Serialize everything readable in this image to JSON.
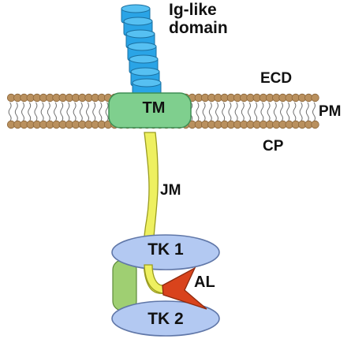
{
  "labels": {
    "ig_domain": "Ig-like\ndomain",
    "ecd": "ECD",
    "pm": "PM",
    "cp": "CP",
    "tm": "TM",
    "jm": "JM",
    "tk1": "TK 1",
    "tk2": "TK 2",
    "al": "AL"
  },
  "colors": {
    "membrane_bead": "#b9905e",
    "membrane_bead_edge": "#8a6438",
    "tail_line": "#6f6f6f",
    "tm_fill": "#7fcf8e",
    "tm_edge": "#3f8f55",
    "coil_fill": "#2aa4e6",
    "coil_edge": "#1a6fa0",
    "jm_fill": "#eef060",
    "jm_edge": "#9a9c20",
    "tk_fill": "#b3c9f2",
    "tk_edge": "#6077a8",
    "linker_fill": "#9fcf72",
    "linker_edge": "#5d8a3a",
    "al_fill": "#d9431c",
    "al_edge": "#8e2a0e"
  }
}
